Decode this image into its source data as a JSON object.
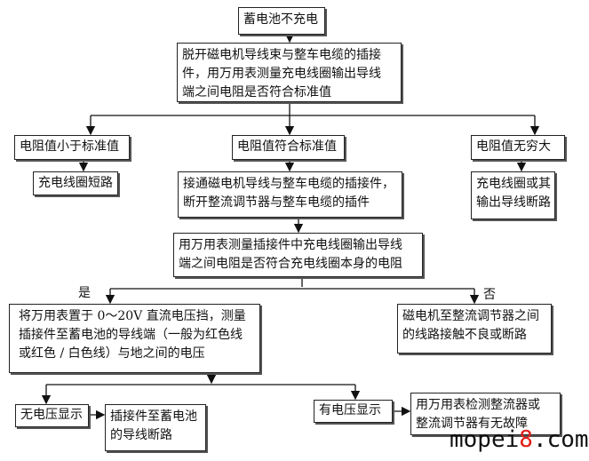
{
  "nodes": {
    "start": [
      "蓄电池不充电"
    ],
    "step1": [
      "脱开磁电机导线束与整车电缆的插接",
      "件，用万用表测量充电线圈输出导线",
      "端之间电阻是否符合标准值"
    ],
    "less": [
      "电阻值小于标准值"
    ],
    "match": [
      "电阻值符合标准值"
    ],
    "infinite": [
      "电阻值无穷大"
    ],
    "short": [
      "充电线圈短路"
    ],
    "step2": [
      "接通磁电机导线与整车电缆的插接件，",
      "断开整流调节器与整车电缆的插件"
    ],
    "open": [
      "充电线圈或其",
      "输出导线断路"
    ],
    "step3": [
      "用万用表测量插接件中充电线圈输出导线",
      "端之间电阻是否符合充电线圈本身的电阻"
    ],
    "step4": [
      "将万用表置于 0～20V 直流电压挡，测量",
      "插接件至蓄电池的导线端（一般为红色线",
      "或红色 / 白色线）与地之间的电压"
    ],
    "badline": [
      "磁电机至整流调节器之间",
      "的线路接触不良或断路"
    ],
    "novolt": [
      "无电压显示"
    ],
    "wirebreak": [
      "插接件至蓄电池",
      "的导线断路"
    ],
    "volt": [
      "有电压显示"
    ],
    "checkreg": [
      "用万用表检测整流器或",
      "整流调节器有无故障"
    ]
  },
  "labels": {
    "yes": "是",
    "no": "否"
  },
  "watermark": {
    "prefix": "mopei",
    "digit": "8",
    "suffix": ".com",
    "accent": "#e0201a"
  }
}
